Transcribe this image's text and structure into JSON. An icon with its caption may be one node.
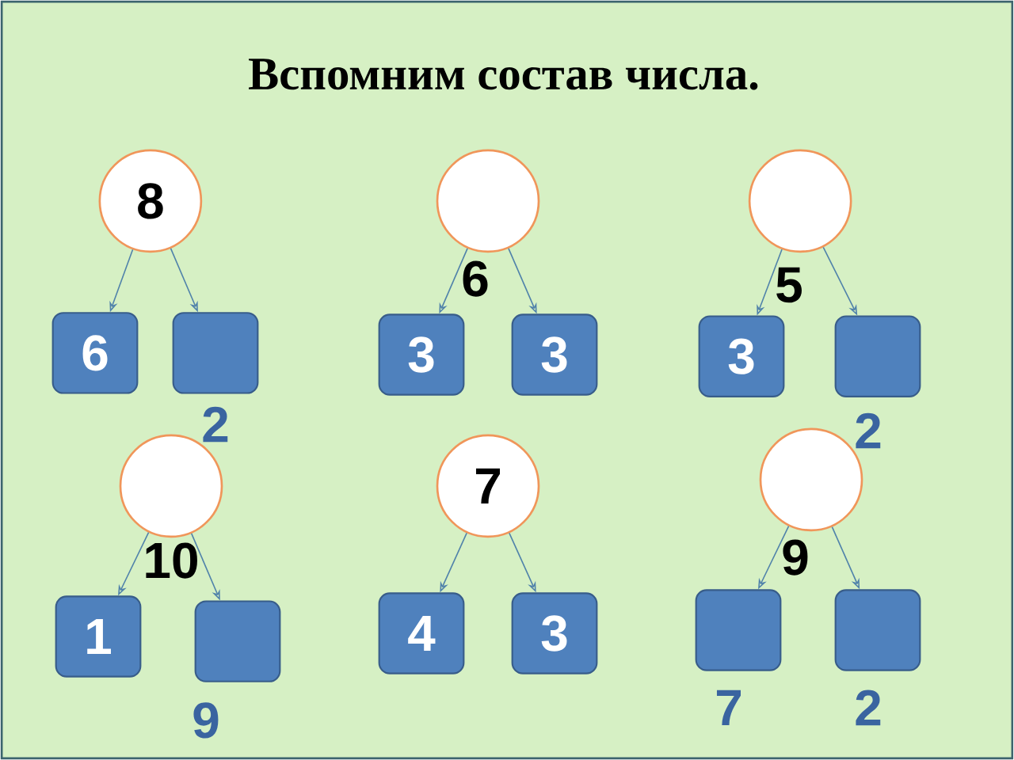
{
  "diagram": {
    "title": "Вспомним  состав  числа.",
    "nodes": [
      {
        "text": [
          "8"
        ]
      },
      {
        "text": [
          "6"
        ]
      },
      {
        "text": [],
        "shape": "box",
        "beside": [
          "2"
        ]
      },
      {
        "text": [],
        "shape": "circle",
        "beside": [
          "6"
        ]
      },
      {
        "text": [
          "3"
        ]
      },
      {
        "text": [
          "3"
        ]
      },
      {
        "text": [],
        "shape": "circle",
        "beside": [
          "5"
        ]
      },
      {
        "text": [
          "3"
        ]
      },
      {
        "text": [],
        "shape": "box",
        "beside": [
          "2"
        ]
      },
      {
        "text": [],
        "shape": "circle",
        "beside": [
          "10"
        ]
      },
      {
        "text": [
          "1"
        ]
      },
      {
        "text": [],
        "shape": "box",
        "beside": [
          "9"
        ]
      },
      {
        "text": [
          "7"
        ]
      },
      {
        "text": [
          "4"
        ]
      },
      {
        "text": [
          "3"
        ]
      },
      {
        "text": [],
        "shape": "circle",
        "beside": [
          "9"
        ]
      },
      {
        "text": [],
        "shape": "box",
        "beside": [
          "7"
        ]
      },
      {
        "text": [],
        "shape": "box",
        "beside": [
          "2"
        ]
      }
    ],
    "edges": [
      {
        "from": 0,
        "to": 1,
        "arrow": "to"
      },
      {
        "from": 0,
        "to": 2,
        "arrow": "to"
      },
      {
        "from": 3,
        "to": 4,
        "arrow": "to"
      },
      {
        "from": 3,
        "to": 5,
        "arrow": "to"
      },
      {
        "from": 6,
        "to": 7,
        "arrow": "to"
      },
      {
        "from": 6,
        "to": 8,
        "arrow": "to"
      },
      {
        "from": 9,
        "to": 10,
        "arrow": "to"
      },
      {
        "from": 9,
        "to": 11,
        "arrow": "to"
      },
      {
        "from": 12,
        "to": 13,
        "arrow": "to"
      },
      {
        "from": 12,
        "to": 14,
        "arrow": "to"
      },
      {
        "from": 15,
        "to": 16,
        "arrow": "to"
      },
      {
        "from": 15,
        "to": 17,
        "arrow": "to"
      }
    ]
  }
}
